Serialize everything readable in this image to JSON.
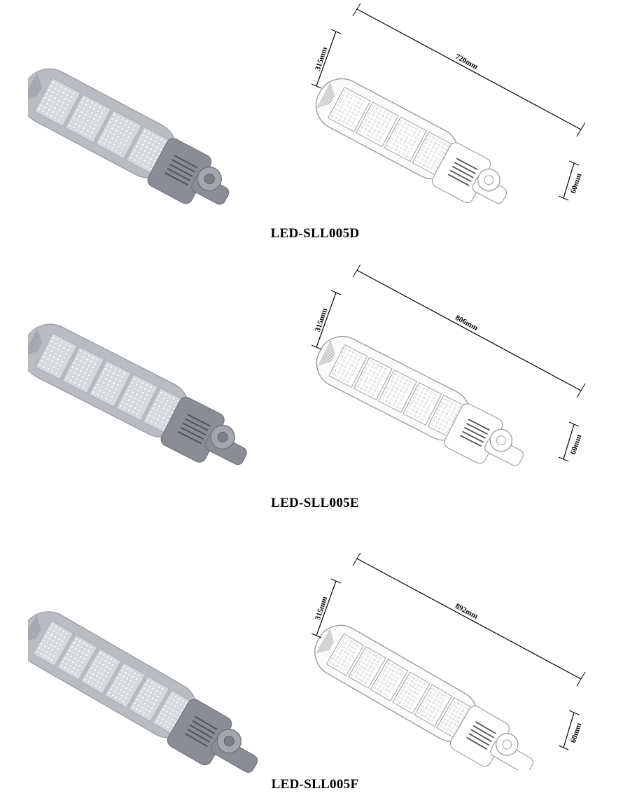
{
  "products": [
    {
      "model": "LED-SLL005D",
      "length_label": "720mm",
      "width_label": "315mm",
      "height_label": "60mm",
      "module_count": 4
    },
    {
      "model": "LED-SLL005E",
      "length_label": "806mm",
      "width_label": "315mm",
      "height_label": "60mm",
      "module_count": 5
    },
    {
      "model": "LED-SLL005F",
      "length_label": "892mm",
      "width_label": "315mm",
      "height_label": "60mm",
      "module_count": 6
    }
  ],
  "colors": {
    "housing": "#b9bcc1",
    "housing_dark": "#8a8e94",
    "led_panel": "#d6d9de",
    "led_dot": "#ffffff",
    "drawing_line": "#9a9a9a",
    "dimension_line": "#000000"
  }
}
